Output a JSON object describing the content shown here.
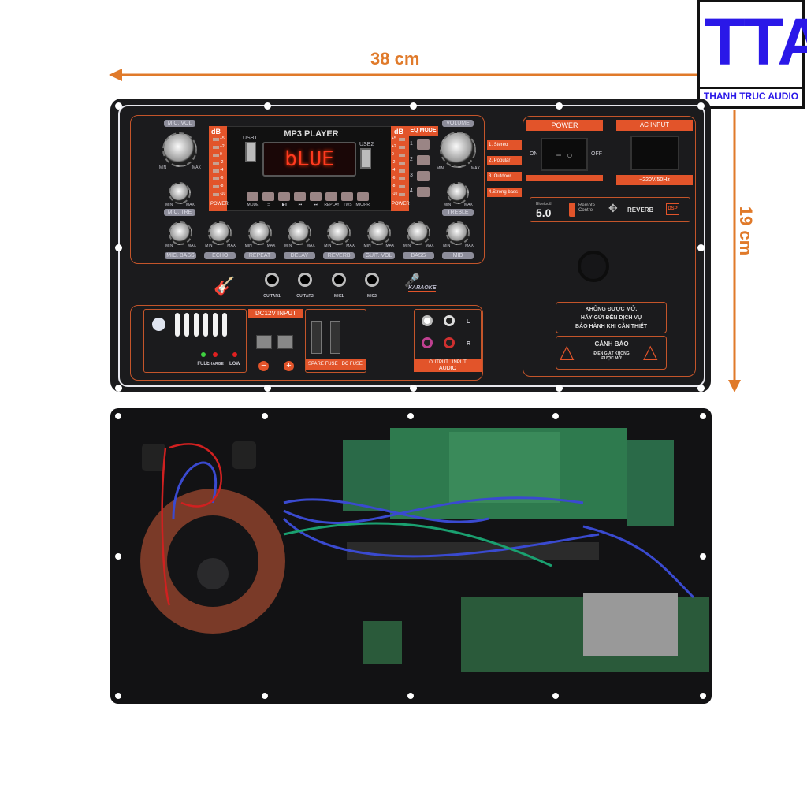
{
  "dimensions": {
    "width_label": "38 cm",
    "height_label": "19 cm"
  },
  "logo": {
    "mark": "TTA",
    "name": "THANH TRUC AUDIO"
  },
  "panel": {
    "mp3": {
      "title": "MP3 PLAYER",
      "db": "dB",
      "power": "POWER",
      "display": "bLUE",
      "usb1": "USB1",
      "usb2": "USB2",
      "db_ticks": [
        "+5",
        "+2",
        "0",
        "-2",
        "-4",
        "-6",
        "-8",
        "-10"
      ],
      "buttons": [
        "MODE",
        "⊃",
        "▶‖",
        "⏮",
        "⏭",
        "REPLAY",
        "TWS",
        "MIC/PRI"
      ]
    },
    "eq": {
      "title": "EQ MODE",
      "buttons": [
        "1",
        "2",
        "3",
        "4"
      ],
      "modes": [
        "1.  Stereo",
        "2.  Popular",
        "3.  Outdoor",
        "4.Strong bass"
      ]
    },
    "knobs_top": [
      {
        "label": "MIC. VOL"
      },
      {
        "label": "VOLUME"
      }
    ],
    "knobs_mid": [
      {
        "label": "MIC. TRE"
      },
      {
        "label": "TREBLE"
      }
    ],
    "knobs_row": [
      "MIC. BASS",
      "ECHO",
      "REPEAT",
      "DELAY",
      "REVERB",
      "GUIT. VOL",
      "BASS",
      "MID"
    ],
    "min": "MIN",
    "max": "MAX",
    "jacks": [
      "GUITAR1",
      "GUITAR2",
      "MIC1",
      "MIC2"
    ],
    "karaoke": "KARAOKE",
    "power": {
      "title": "POWER",
      "on": "ON",
      "off": "OFF"
    },
    "ac": {
      "title": "AC INPUT",
      "rating": "~220V/50Hz"
    },
    "features": {
      "bt_small": "Bluetooth",
      "bt_ver": "5.0",
      "remote": "Remote Control",
      "reverb": "REVERB",
      "dsp": "DSP"
    },
    "warning": {
      "lines": [
        "KHÔNG ĐƯỢC MỞ.",
        "HÃY GỬI ĐẾN DỊCH VỤ",
        "BẢO HÀNH KHI CẦN THIẾT"
      ],
      "caution": "CẢNH BÁO",
      "caution_sub": "ĐIỆN GIẬT KHÔNG ĐƯỢC MỞ"
    },
    "battery": {
      "leds": [
        "FULL",
        "CHARGE",
        "LOW"
      ],
      "led_colors": [
        "#3fd040",
        "#e02020",
        "#e02020"
      ]
    },
    "dc": {
      "title": "DC12V INPUT",
      "minus": "−",
      "plus": "+"
    },
    "fuse": {
      "spare": "SPARE FUSE",
      "dc": "DC FUSE"
    },
    "audio": {
      "output": "OUTPUT",
      "input": "INPUT",
      "title": "AUDIO",
      "l": "L",
      "r": "R"
    }
  },
  "colors": {
    "accent": "#e07a2a",
    "panel_orange": "#e2542a",
    "logo_blue": "#2a18e8"
  }
}
